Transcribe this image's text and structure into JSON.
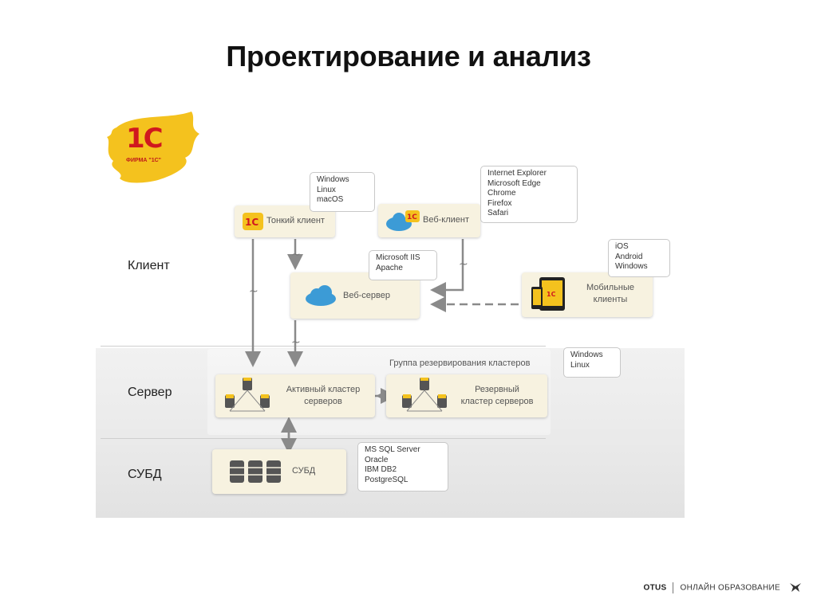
{
  "slide": {
    "title": "Проектирование и анализ"
  },
  "logo": {
    "text": "1С",
    "subtitle": "ФИРМА \"1С\""
  },
  "rows": {
    "client": "Клиент",
    "server": "Сервер",
    "dbms": "СУБД"
  },
  "nodes": {
    "thin_client": "Тонкий клиент",
    "web_client": "Веб-клиент",
    "web_server": "Веб-сервер",
    "mobile_clients": [
      "Мобильные",
      "клиенты"
    ],
    "active_cluster": [
      "Активный кластер",
      "серверов"
    ],
    "reserve_cluster": [
      "Резервный",
      "кластер серверов"
    ],
    "dbms": "СУБД"
  },
  "group": {
    "title": "Группа резервирования кластеров"
  },
  "notes": {
    "thin_client_os": [
      "Windows",
      "Linux",
      "macOS"
    ],
    "browsers": [
      "Internet Explorer",
      "Microsoft Edge",
      "Chrome",
      "Firefox",
      "Safari"
    ],
    "web_servers": [
      "Microsoft IIS",
      "Apache"
    ],
    "mobile_os": [
      "iOS",
      "Android",
      "Windows"
    ],
    "server_os": [
      "Windows",
      "Linux"
    ],
    "databases": [
      "MS SQL Server",
      "Oracle",
      "IBM DB2",
      "PostgreSQL"
    ]
  },
  "footer": {
    "brand": "OTUS",
    "text": "ОНЛАЙН ОБРАЗОВАНИЕ"
  },
  "colors": {
    "box_fill": "#f7f2e0",
    "arrow": "#8a8a8a",
    "logo_yellow": "#f4c21e",
    "logo_red": "#d0181e",
    "cloud": "#3c9bd6"
  }
}
